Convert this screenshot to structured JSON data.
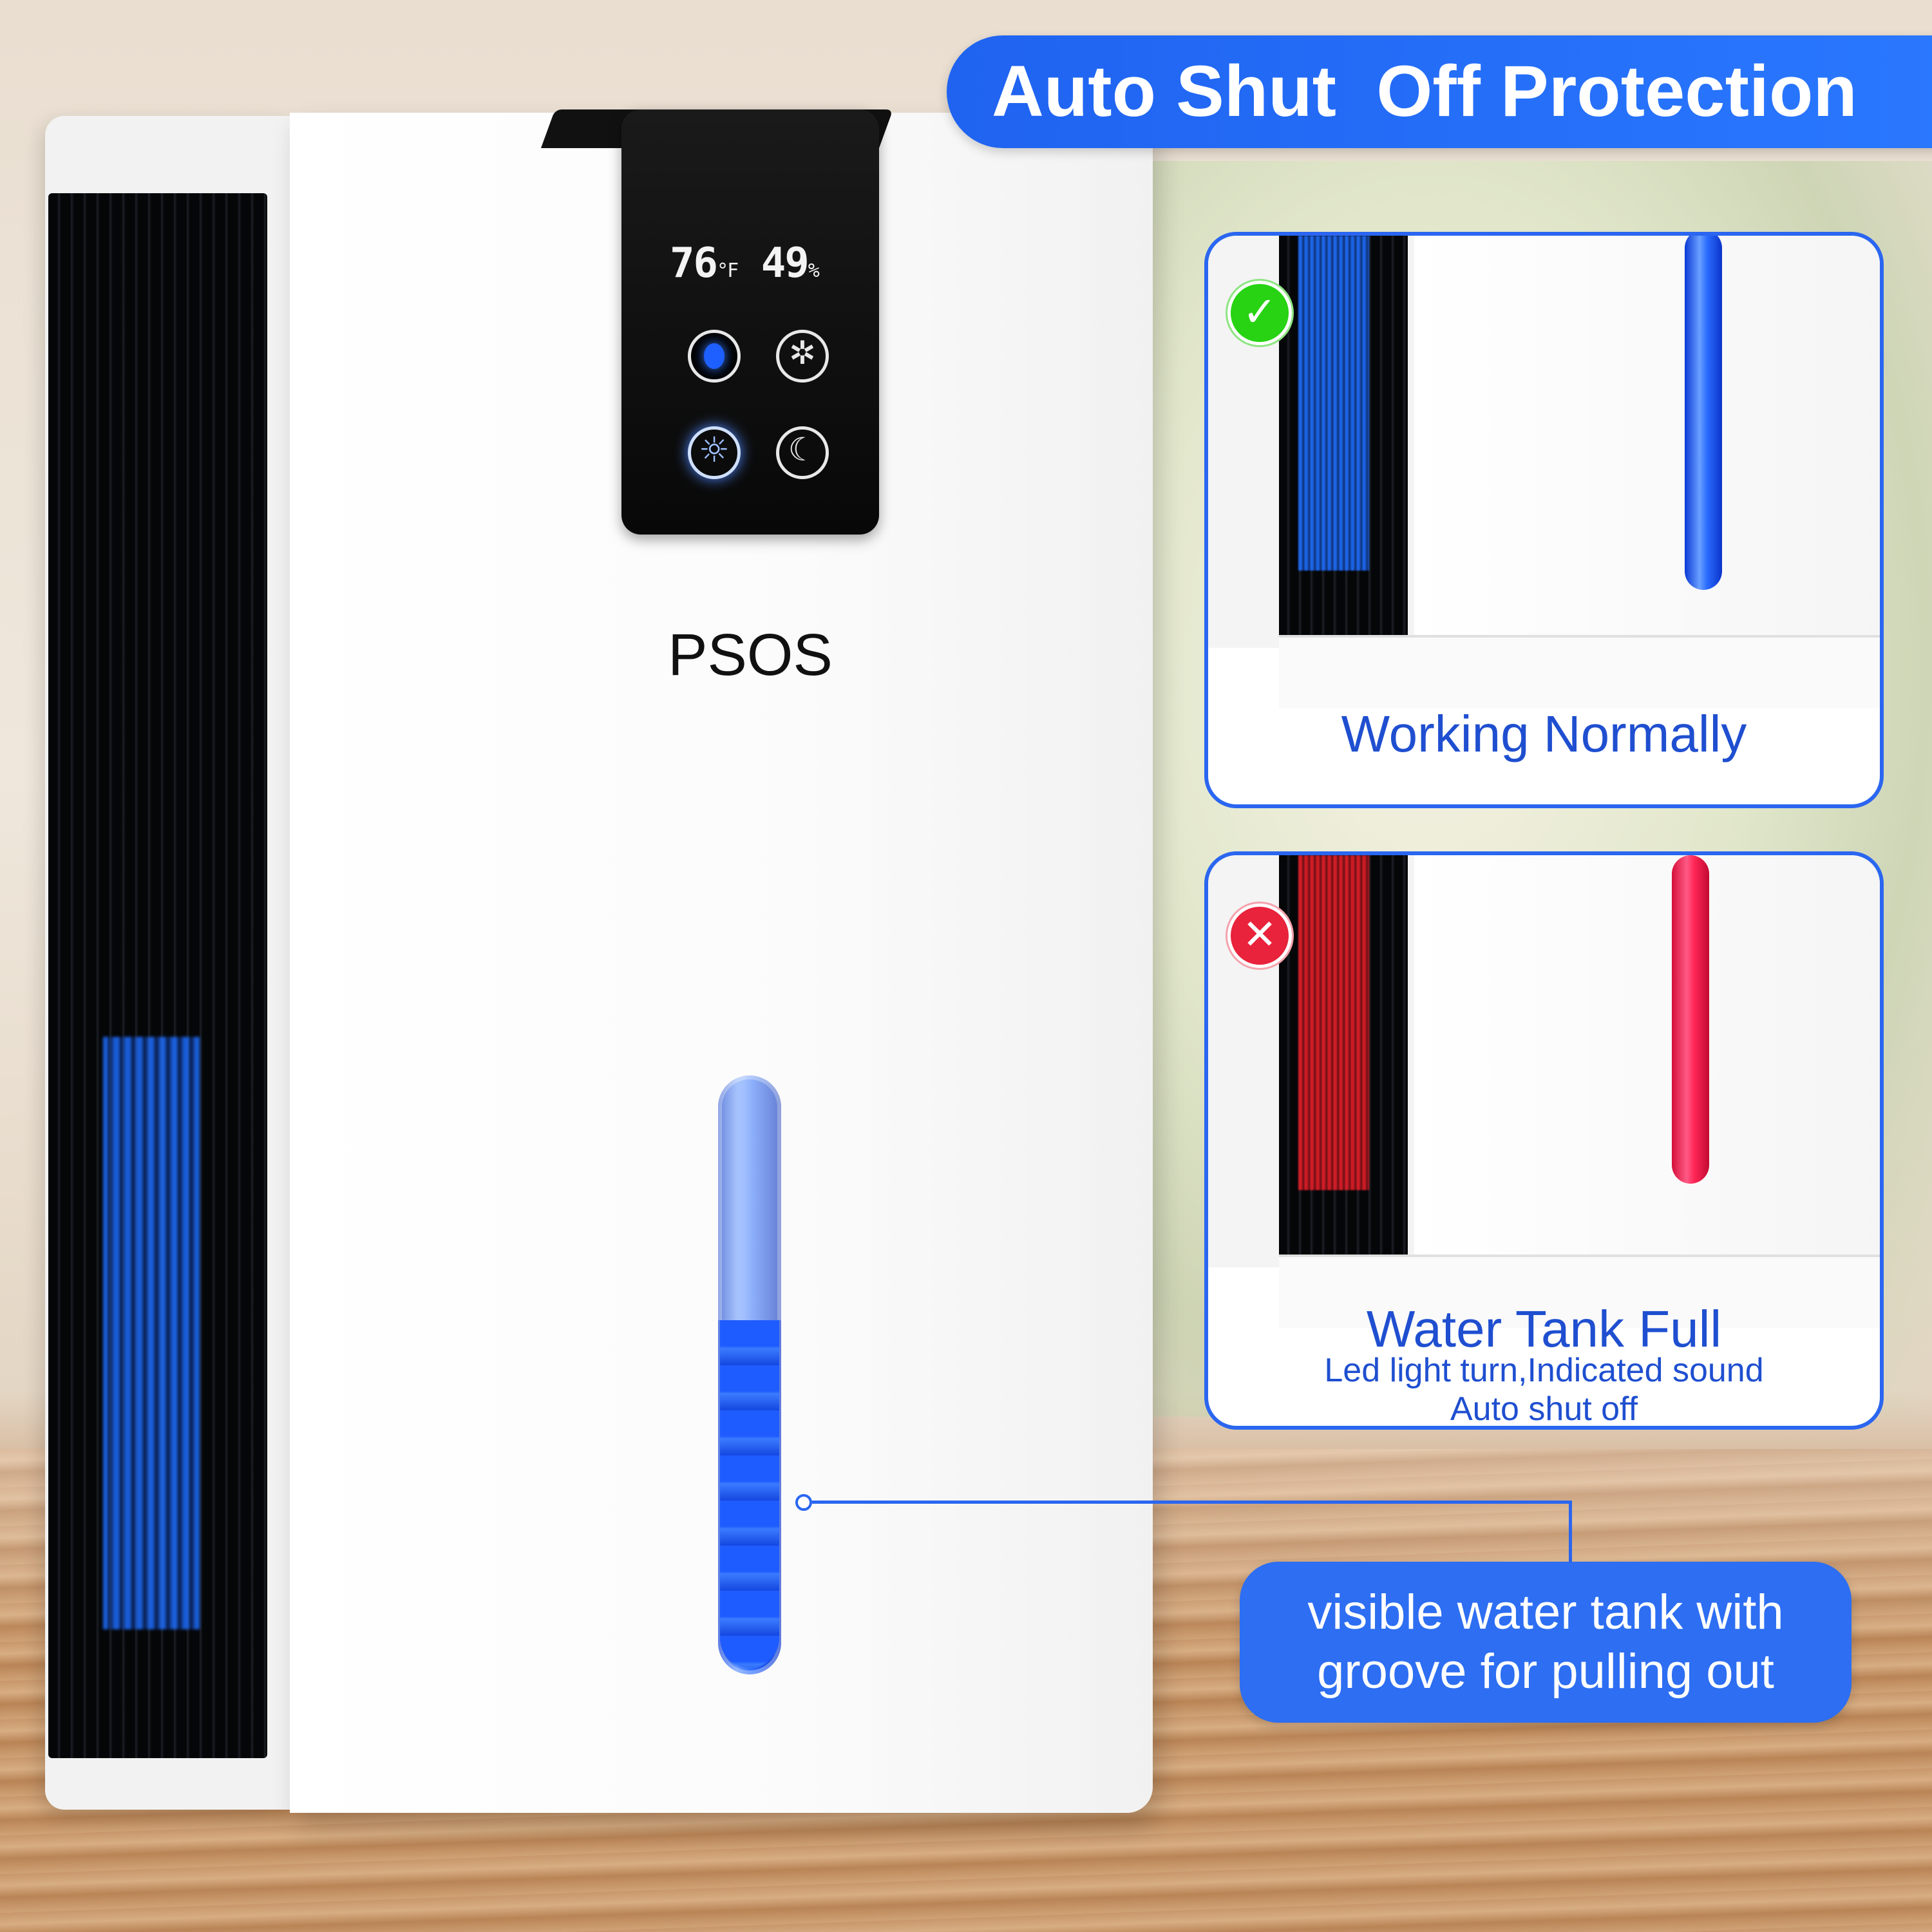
{
  "banner": {
    "title": "Auto Shut  Off Protection"
  },
  "device": {
    "brand": "PSOS",
    "display": {
      "temperature": "76",
      "temperature_unit": "°F",
      "humidity": "49",
      "humidity_unit": "%"
    },
    "buttons": [
      "power-icon",
      "humidity-gear-icon",
      "light-icon",
      "sleep-moon-icon"
    ]
  },
  "cards": {
    "normal": {
      "title": "Working Normally",
      "status_icon": "check-icon"
    },
    "full": {
      "title": "Water Tank Full",
      "line1": "Led light turn,Indicated sound",
      "line2": "Auto shut off",
      "status_icon": "cross-icon"
    }
  },
  "callout": {
    "line1": "visible water tank with",
    "line2": "groove for pulling out"
  },
  "colors": {
    "accent_blue": "#2a66f0",
    "ok_green": "#27d313",
    "error_red": "#e8233b",
    "tank_blue": "#1f5cff",
    "tank_red": "#ff2656"
  }
}
